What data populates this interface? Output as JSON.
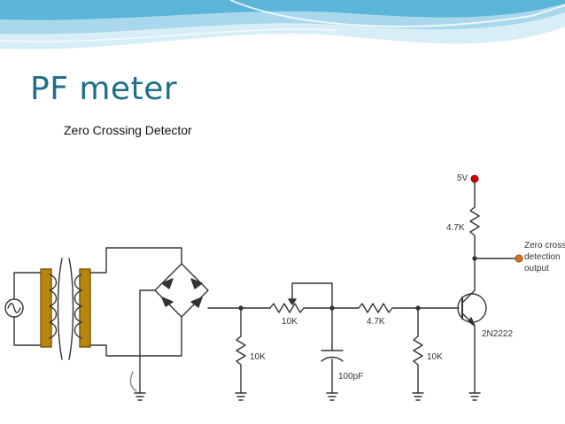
{
  "slide": {
    "title": "PF meter",
    "subtitle": "Zero Crossing Detector"
  },
  "circuit": {
    "labels": {
      "supply": "5V",
      "r_collector": "4.7K",
      "output_line1": "Zero cross",
      "output_line2": "detection",
      "output_line3": "output",
      "pot": "10K",
      "r_series": "4.7K",
      "transistor": "2N2222",
      "r_load1": "10K",
      "capacitor": "100pF",
      "r_load2": "10K"
    }
  },
  "colors": {
    "title": "#1f6f8b",
    "wave_light": "#d8eef7",
    "wave_mid": "#a9d8ec",
    "wave_dark": "#5bb5d8",
    "core": "#b8860b",
    "supply_dot": "#cc0000",
    "output_dot": "#e07020"
  }
}
